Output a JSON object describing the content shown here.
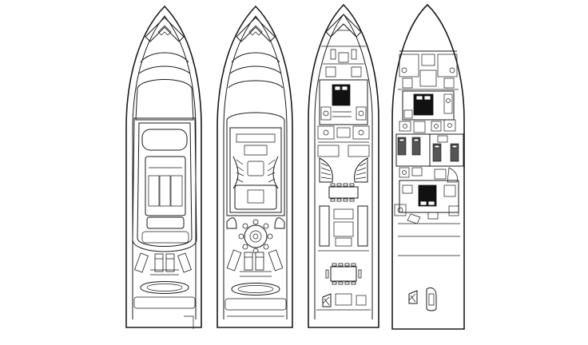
{
  "figure": {
    "background": "#ffffff",
    "line_color": "#1a1a1a",
    "decks": [
      {
        "id": "sun-deck"
      },
      {
        "id": "bridge-deck"
      },
      {
        "id": "main-deck"
      },
      {
        "id": "lower-deck"
      }
    ]
  }
}
